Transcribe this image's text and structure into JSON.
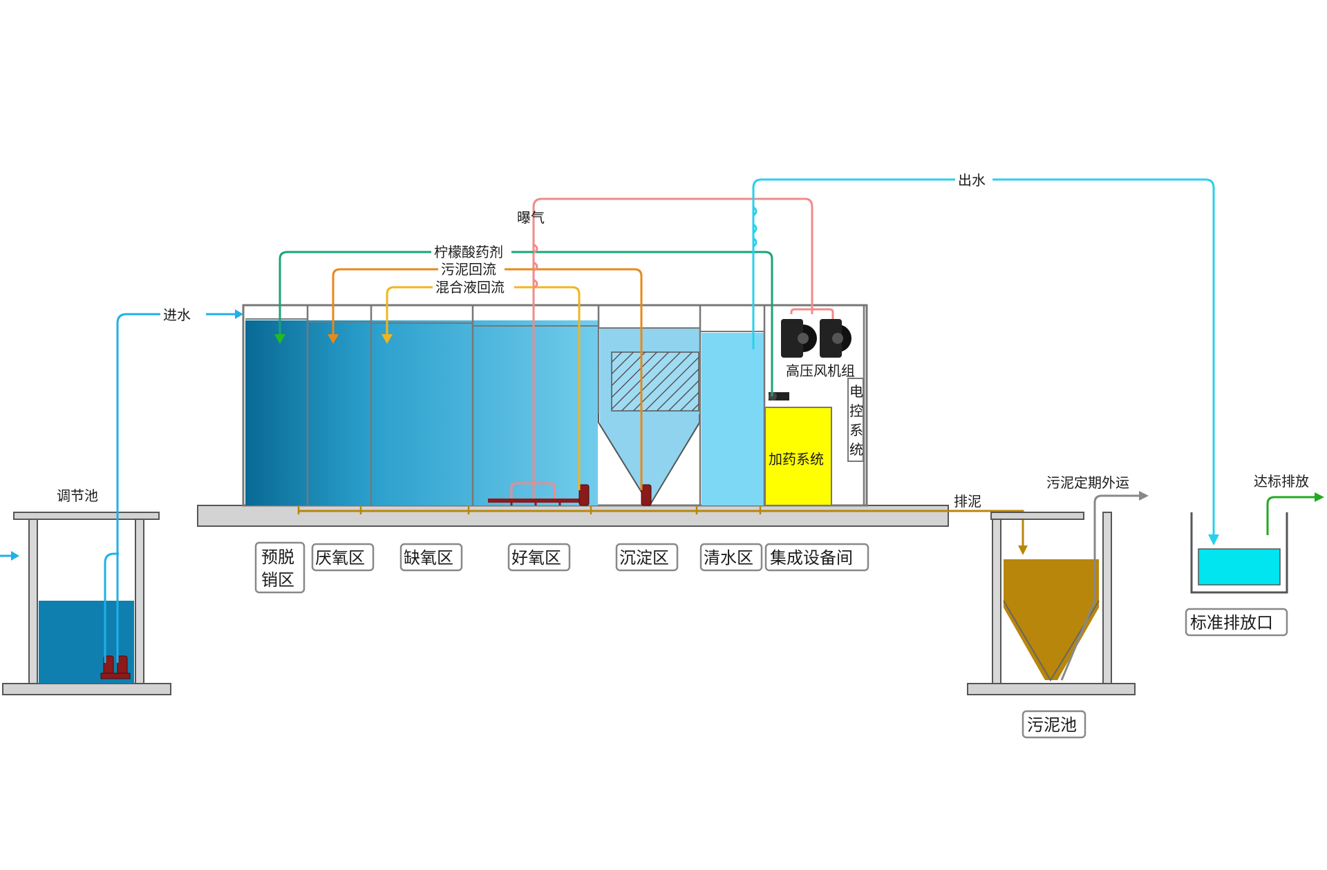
{
  "labels": {
    "inflow": "进水",
    "outflow": "出水",
    "aeration": "曝气",
    "citric": "柠檬酸药剂",
    "sludge_return": "污泥回流",
    "mixed_return": "混合液回流",
    "regulating_tank": "调节池",
    "blower": "高压风机组",
    "electric": [
      "电",
      "控",
      "系",
      "统"
    ],
    "dosing": "加药系统",
    "sludge_discharge": "排泥",
    "sludge_transport": "污泥定期外运",
    "discharge_standard": "达标排放"
  },
  "zones": [
    {
      "line1": "预脱",
      "line2": "销区"
    },
    {
      "line1": "厌氧区"
    },
    {
      "line1": "缺氧区"
    },
    {
      "line1": "好氧区"
    },
    {
      "line1": "沉淀区"
    },
    {
      "line1": "清水区"
    },
    {
      "line1": "集成设备间"
    }
  ],
  "sludge_tank": "污泥池",
  "outlet": "标准排放口",
  "colors": {
    "water_blue": "#1fb0e8",
    "aeration_red": "#f08a8a",
    "citric_green": "#1aa37a",
    "sludge_orange": "#e8891a",
    "mixed_yellow": "#f2b51c",
    "clear_water": "#7dd8f5",
    "dosing_yellow": "#ffff00",
    "sludge_brown": "#b8860b",
    "outlet_cyan": "#00e5f0",
    "effluent_green": "#22aa22"
  }
}
